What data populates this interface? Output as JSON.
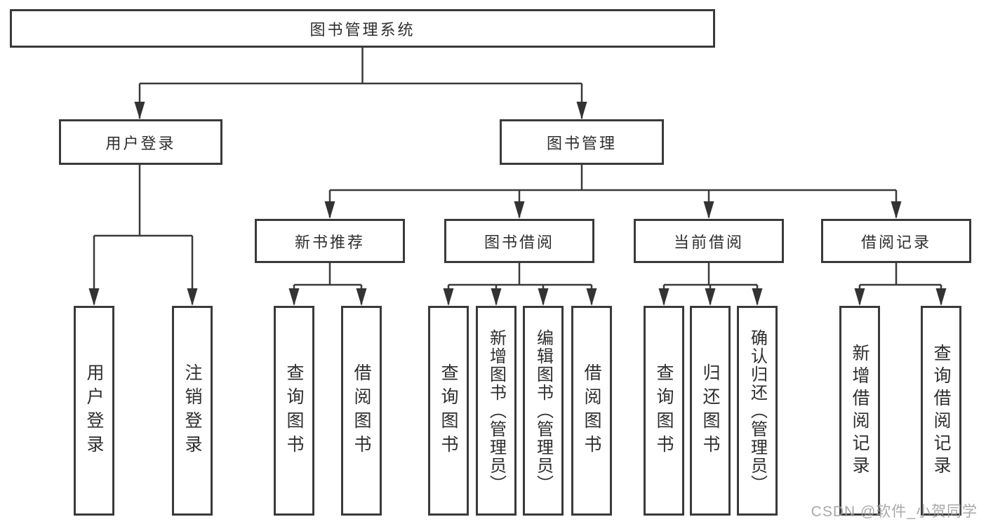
{
  "diagram": {
    "type": "hierarchy",
    "root": {
      "label": "图书管理系统",
      "children": [
        {
          "label": "用户登录",
          "children": [
            {
              "label": "用户登录"
            },
            {
              "label": "注销登录"
            }
          ]
        },
        {
          "label": "图书管理",
          "children": [
            {
              "label": "新书推荐",
              "children": [
                {
                  "label": "查询图书"
                },
                {
                  "label": "借阅图书"
                }
              ]
            },
            {
              "label": "图书借阅",
              "children": [
                {
                  "label": "查询图书"
                },
                {
                  "label": "新增图书（管理员）"
                },
                {
                  "label": "编辑图书（管理员）"
                },
                {
                  "label": "借阅图书"
                }
              ]
            },
            {
              "label": "当前借阅",
              "children": [
                {
                  "label": "查询图书"
                },
                {
                  "label": "归还图书"
                },
                {
                  "label": "确认归还（管理员）"
                }
              ]
            },
            {
              "label": "借阅记录",
              "children": [
                {
                  "label": "新增借阅记录"
                },
                {
                  "label": "查询借阅记录"
                }
              ]
            }
          ]
        }
      ]
    },
    "colors": {
      "box_border": "#3a3a3a",
      "connector": "#3a3a3a",
      "text": "#2e2e2e",
      "background": "#ffffff",
      "watermark": "#9e9e9e"
    }
  },
  "watermark": {
    "text": "CSDN @软件_小贺同学"
  }
}
